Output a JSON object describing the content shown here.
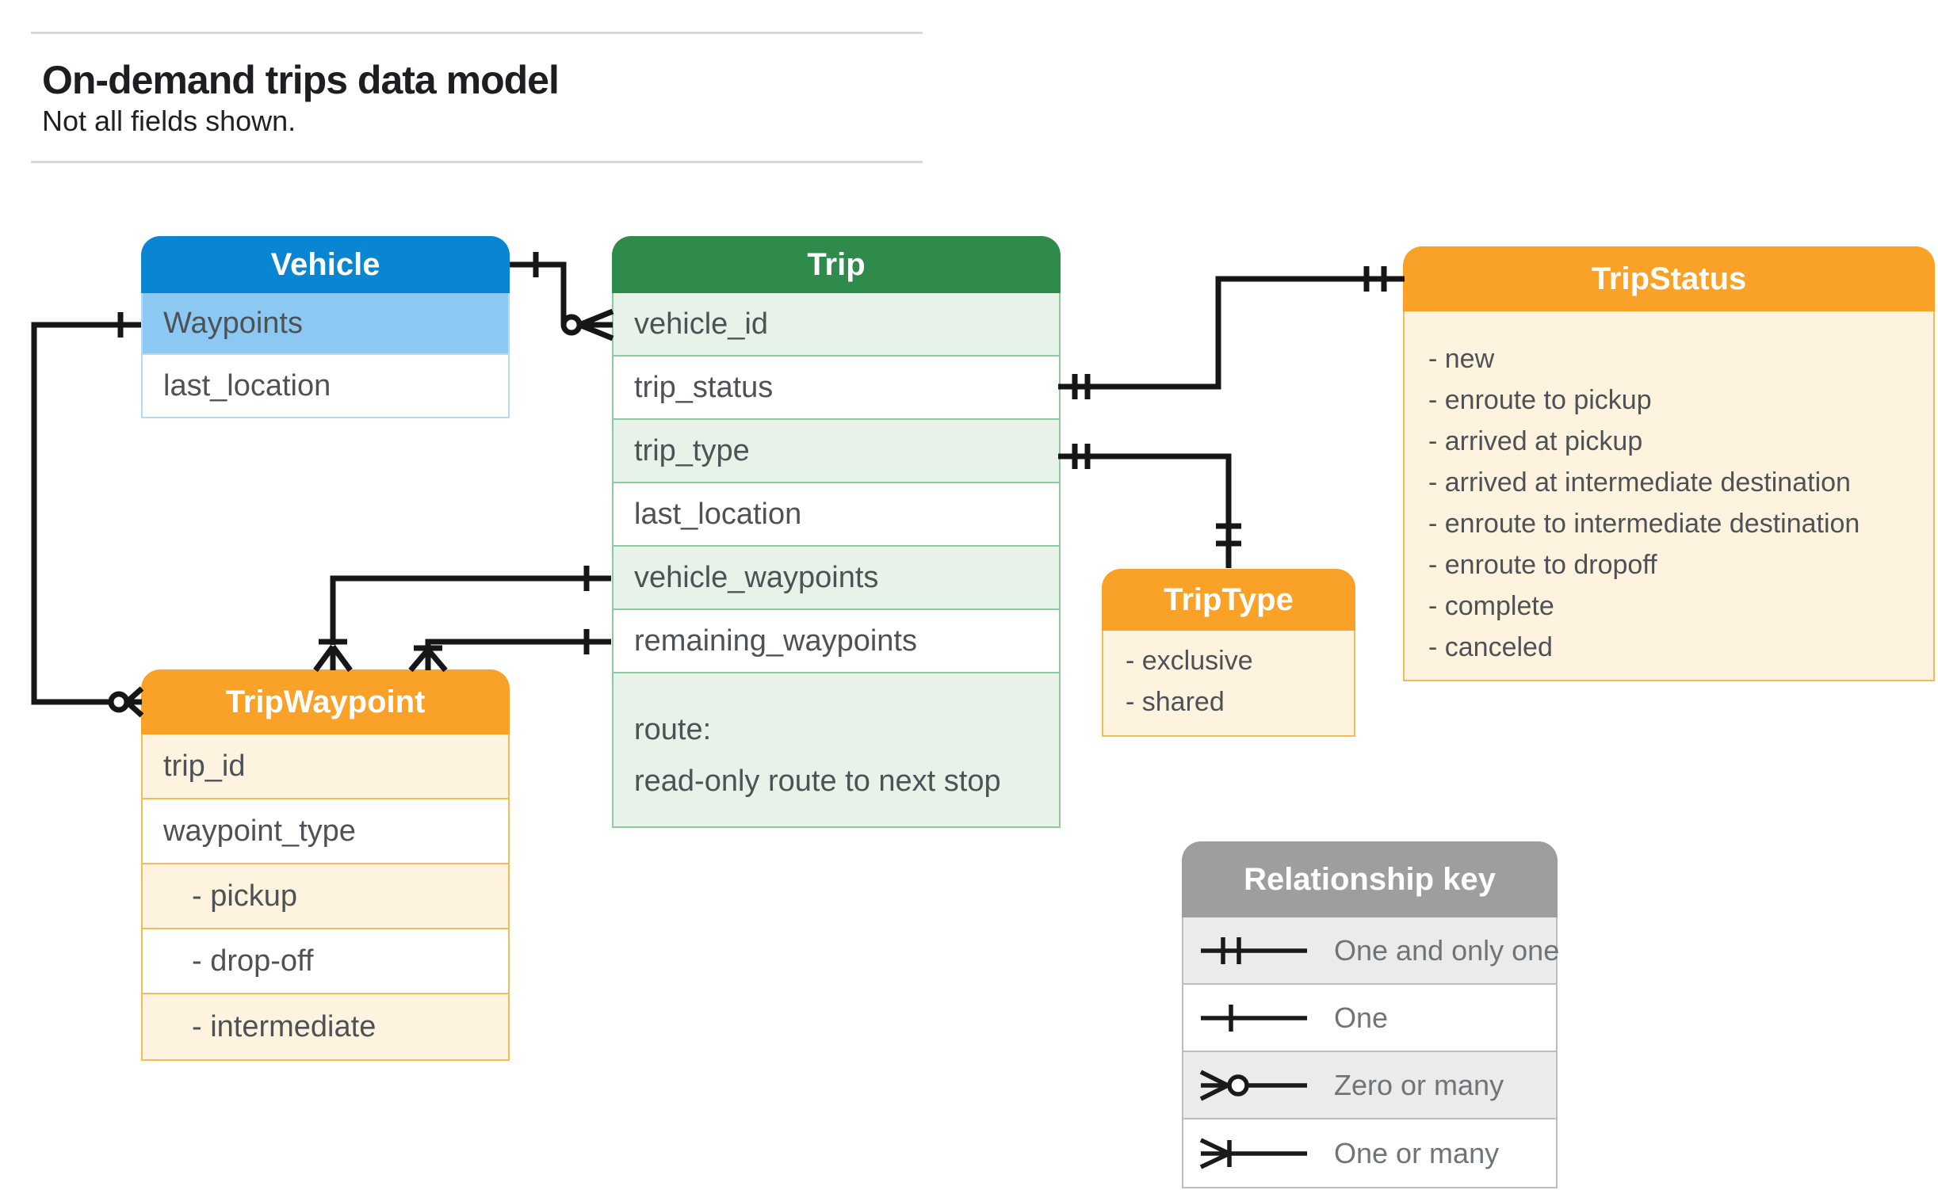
{
  "page": {
    "title": "On-demand trips data model",
    "subtitle": "Not all fields shown."
  },
  "entities": {
    "vehicle": {
      "title": "Vehicle",
      "fields": [
        {
          "label": "Waypoints",
          "variant": "alt"
        },
        {
          "label": "last_location"
        }
      ]
    },
    "trip": {
      "title": "Trip",
      "fields": [
        {
          "label": "vehicle_id",
          "variant": "alt"
        },
        {
          "label": "trip_status"
        },
        {
          "label": "trip_type",
          "variant": "alt"
        },
        {
          "label": "last_location"
        },
        {
          "label": "vehicle_waypoints",
          "variant": "alt"
        },
        {
          "label": "remaining_waypoints"
        },
        {
          "lines": [
            "route:",
            "read-only route to next stop"
          ],
          "variant": "alt tall"
        }
      ]
    },
    "trip_status": {
      "title": "TripStatus",
      "values": [
        "- new",
        "- enroute to pickup",
        "- arrived at pickup",
        "- arrived at intermediate destination",
        "- enroute to intermediate destination",
        "- enroute to dropoff",
        "- complete",
        "- canceled"
      ]
    },
    "trip_type": {
      "title": "TripType",
      "values": [
        "- exclusive",
        "- shared"
      ]
    },
    "trip_waypoint": {
      "title": "TripWaypoint",
      "fields": [
        {
          "label": "trip_id",
          "variant": "alt"
        },
        {
          "label": "waypoint_type"
        },
        {
          "label": "- pickup",
          "variant": "alt indent"
        },
        {
          "label": "- drop-off",
          "variant": "indent"
        },
        {
          "label": "- intermediate",
          "variant": "alt indent"
        }
      ]
    }
  },
  "legend": {
    "title": "Relationship key",
    "items": [
      {
        "symbol": "one-and-only-one",
        "label": "One and only one"
      },
      {
        "symbol": "one",
        "label": "One"
      },
      {
        "symbol": "zero-or-many",
        "label": "Zero or many"
      },
      {
        "symbol": "one-or-many",
        "label": "One or many"
      }
    ]
  },
  "relationships": [
    {
      "from": "Vehicle",
      "to": "Trip.vehicle_id",
      "from_cardinality": "One",
      "to_cardinality": "Zero or many"
    },
    {
      "from": "Trip.trip_status",
      "to": "TripStatus",
      "from_cardinality": "One and only one",
      "to_cardinality": "One and only one"
    },
    {
      "from": "Trip.trip_type",
      "to": "TripType",
      "from_cardinality": "One and only one",
      "to_cardinality": "One and only one"
    },
    {
      "from": "Trip.vehicle_waypoints",
      "to": "TripWaypoint",
      "from_cardinality": "One",
      "to_cardinality": "One or many"
    },
    {
      "from": "Trip.remaining_waypoints",
      "to": "TripWaypoint",
      "from_cardinality": "One",
      "to_cardinality": "One or many"
    },
    {
      "from": "Vehicle.Waypoints",
      "to": "TripWaypoint",
      "from_cardinality": "One",
      "to_cardinality": "Zero or many"
    }
  ],
  "colors": {
    "blue_header": "#0985d2",
    "blue_row": "#8cc9f2",
    "green_header": "#2f8b4b",
    "green_row": "#e7f2e9",
    "orange_header": "#f9a227",
    "orange_row": "#fdf3de",
    "gray_header": "#9e9e9e",
    "gray_row": "#ebebeb",
    "connector": "#161616"
  }
}
